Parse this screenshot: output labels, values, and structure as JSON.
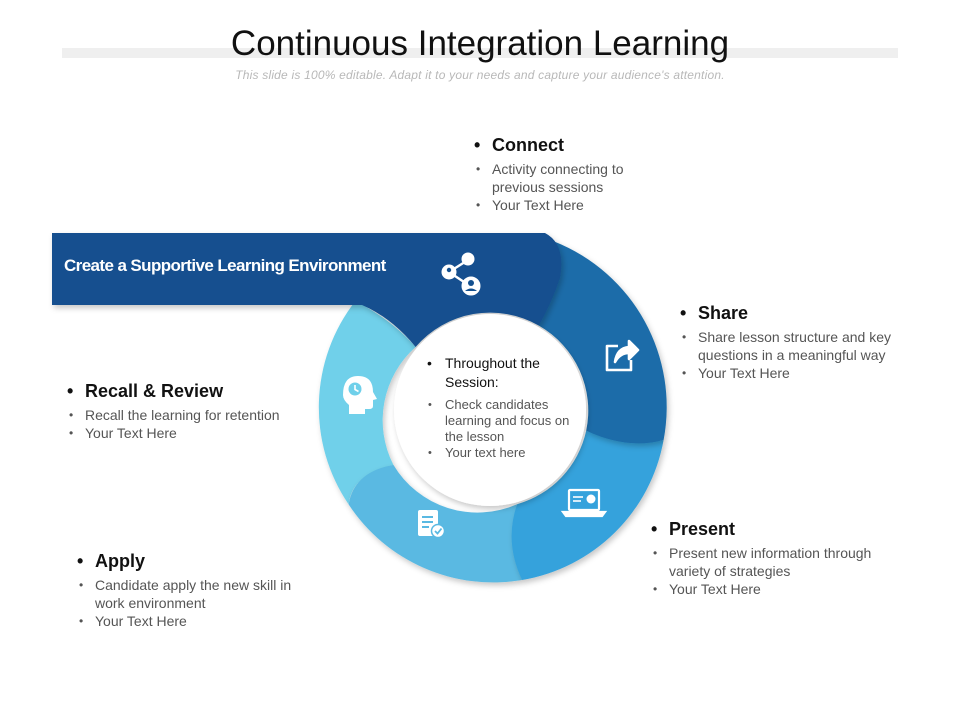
{
  "slide": {
    "title": "Continuous Integration Learning",
    "subtitle": "This slide is 100% editable. Adapt it to your needs and capture your audience's attention."
  },
  "banner": {
    "label": "Create a Supportive Learning Environment"
  },
  "center": {
    "heading": "Throughout the Session:",
    "items": [
      "Check candidates learning and focus on the lesson",
      "Your text here"
    ]
  },
  "stages": {
    "connect": {
      "heading": "Connect",
      "items": [
        "Activity connecting to previous sessions",
        "Your Text Here"
      ],
      "icon": "share-nodes-icon"
    },
    "share": {
      "heading": "Share",
      "items": [
        "Share lesson structure and key questions in a meaningful way",
        "Your Text Here"
      ],
      "icon": "share-arrow-icon"
    },
    "present": {
      "heading": "Present",
      "items": [
        "Present new information through variety of strategies",
        "Your Text Here"
      ],
      "icon": "laptop-chart-icon"
    },
    "apply": {
      "heading": "Apply",
      "items": [
        "Candidate apply the new skill in work environment",
        "Your Text Here"
      ],
      "icon": "checklist-icon"
    },
    "recall": {
      "heading": "Recall & Review",
      "items": [
        "Recall the learning for retention",
        "Your Text Here"
      ],
      "icon": "head-clock-icon"
    }
  },
  "colors": {
    "connect": "#13508f",
    "share": "#1a6ca9",
    "present": "#35a2dc",
    "apply": "#5ab9e2",
    "recall": "#6fd0ea"
  }
}
